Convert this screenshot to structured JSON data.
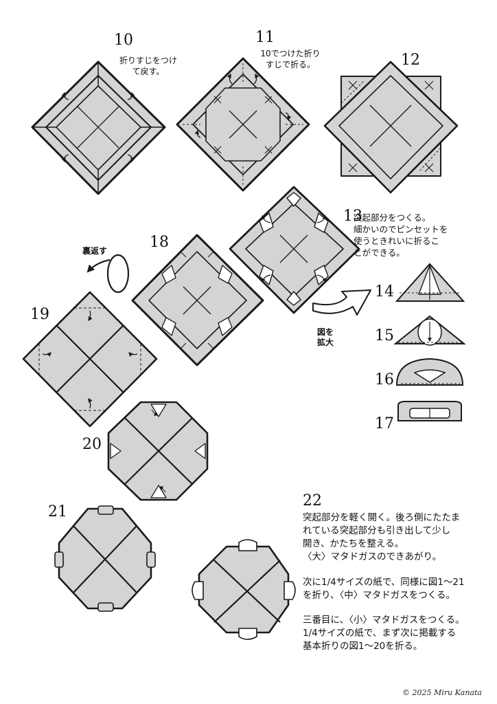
{
  "colors": {
    "paper": "#d4d4d4",
    "line": "#1a1a1a",
    "background": "#ffffff"
  },
  "steps": {
    "s10": {
      "num": "10",
      "note": "折りすじをつけ\nて戻す。"
    },
    "s11": {
      "num": "11",
      "note": "10でつけた折り\nすじで折る。"
    },
    "s12": {
      "num": "12"
    },
    "s13": {
      "num": "13",
      "note": "突起部分をつくる。\n細かいのでピンセットを\n使うときれいに折るこ\nとができる。"
    },
    "s14": {
      "num": "14"
    },
    "s15": {
      "num": "15"
    },
    "s16": {
      "num": "16"
    },
    "s17": {
      "num": "17"
    },
    "s18": {
      "num": "18"
    },
    "s19": {
      "num": "19"
    },
    "s20": {
      "num": "20"
    },
    "s21": {
      "num": "21"
    },
    "s22": {
      "num": "22",
      "p1": "突起部分を軽く開く。後ろ側にたたま\nれている突起部分も引き出して少し\n開き、かたちを整える。\n〈大〉マタドガスのできあがり。",
      "p2": "次に1/4サイズの紙で、同様に図1〜21\nを折り、〈中〉マタドガスをつくる。",
      "p3": "三番目に、〈小〉マタドガスをつくる。\n1/4サイズの紙で、まず次に掲載する\n基本折りの図1〜20を折る。"
    }
  },
  "labels": {
    "flip": "裏返す",
    "zoom": "図を\n拡大"
  },
  "copyright": "© 2025 Miru Kanata"
}
